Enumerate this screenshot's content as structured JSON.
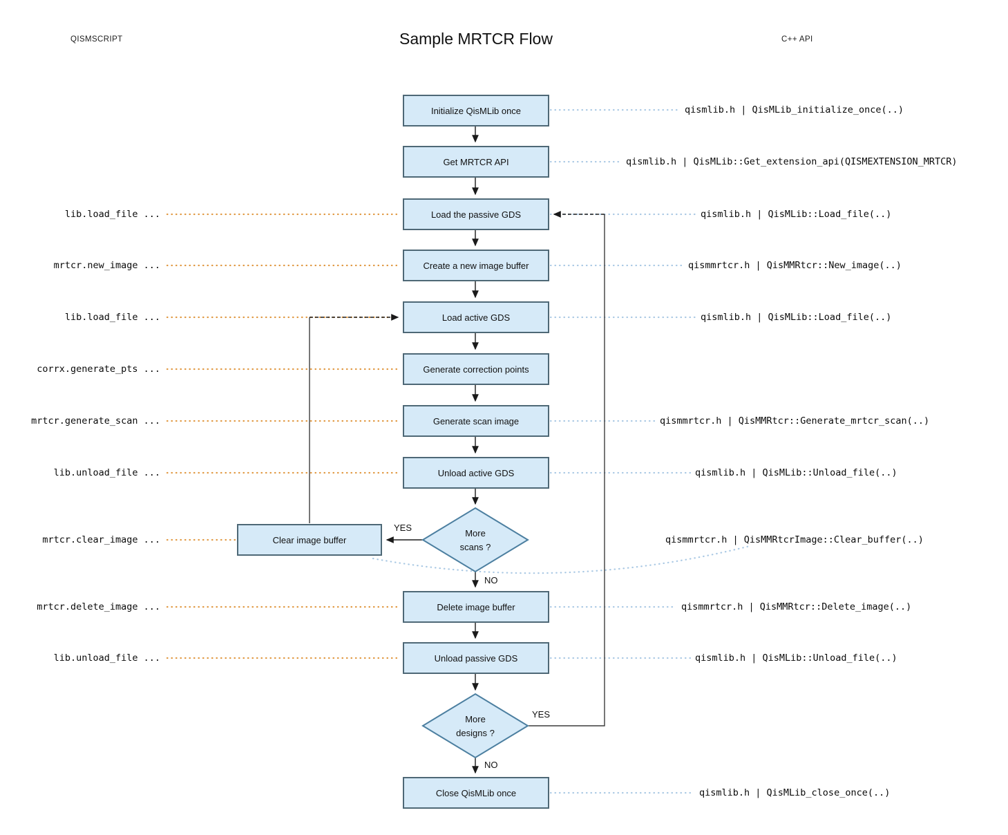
{
  "header": {
    "left_column": "QISMSCRIPT",
    "title": "Sample MRTCR Flow",
    "right_column": "C++ API"
  },
  "nodes": {
    "init": "Initialize QisMLib once",
    "get_api": "Get MRTCR API",
    "load_passive": "Load the passive GDS",
    "new_image": "Create a new image buffer",
    "load_active": "Load active GDS",
    "gen_corr": "Generate correction points",
    "gen_scan": "Generate scan image",
    "unload_active": "Unload active GDS",
    "clear_image": "Clear image buffer",
    "delete_image": "Delete image buffer",
    "unload_passive": "Unload passive GDS",
    "close": "Close QisMLib once"
  },
  "decisions": {
    "more_scans": {
      "line1": "More",
      "line2": "scans ?"
    },
    "more_designs": {
      "line1": "More",
      "line2": "designs ?"
    }
  },
  "branch_labels": {
    "yes": "YES",
    "no": "NO"
  },
  "script_labels": {
    "load_passive": "lib.load_file ...",
    "new_image": "mrtcr.new_image ...",
    "load_active": "lib.load_file ...",
    "gen_corr": "corrx.generate_pts ...",
    "gen_scan": "mrtcr.generate_scan ...",
    "unload_active": "lib.unload_file ...",
    "clear_image": "mrtcr.clear_image ...",
    "delete_image": "mrtcr.delete_image ...",
    "unload_passive": "lib.unload_file ..."
  },
  "api_labels": {
    "init": "qismlib.h | QisMLib_initialize_once(..)",
    "get_api": "qismlib.h | QisMLib::Get_extension_api(QISMEXTENSION_MRTCR)",
    "load_passive": "qismlib.h | QisMLib::Load_file(..)",
    "new_image": "qismmrtcr.h | QisMMRtcr::New_image(..)",
    "load_active": "qismlib.h | QisMLib::Load_file(..)",
    "gen_scan": "qismmrtcr.h | QisMMRtcr::Generate_mrtcr_scan(..)",
    "unload_active": "qismlib.h | QisMLib::Unload_file(..)",
    "clear_image": "qismmrtcr.h | QisMMRtcrImage::Clear_buffer(..)",
    "delete_image": "qismmrtcr.h | QisMMRtcr::Delete_image(..)",
    "unload_passive": "qismlib.h | QisMLib::Unload_file(..)",
    "close": "qismlib.h | QisMLib_close_once(..)"
  },
  "colors": {
    "node_fill": "#d6eaf8",
    "node_border": "#4e6876",
    "diamond_border": "#4c7fa0",
    "script_wire": "#e0973f",
    "api_wire": "#aac9e4",
    "flow_arrow": "#1a1a1a"
  }
}
